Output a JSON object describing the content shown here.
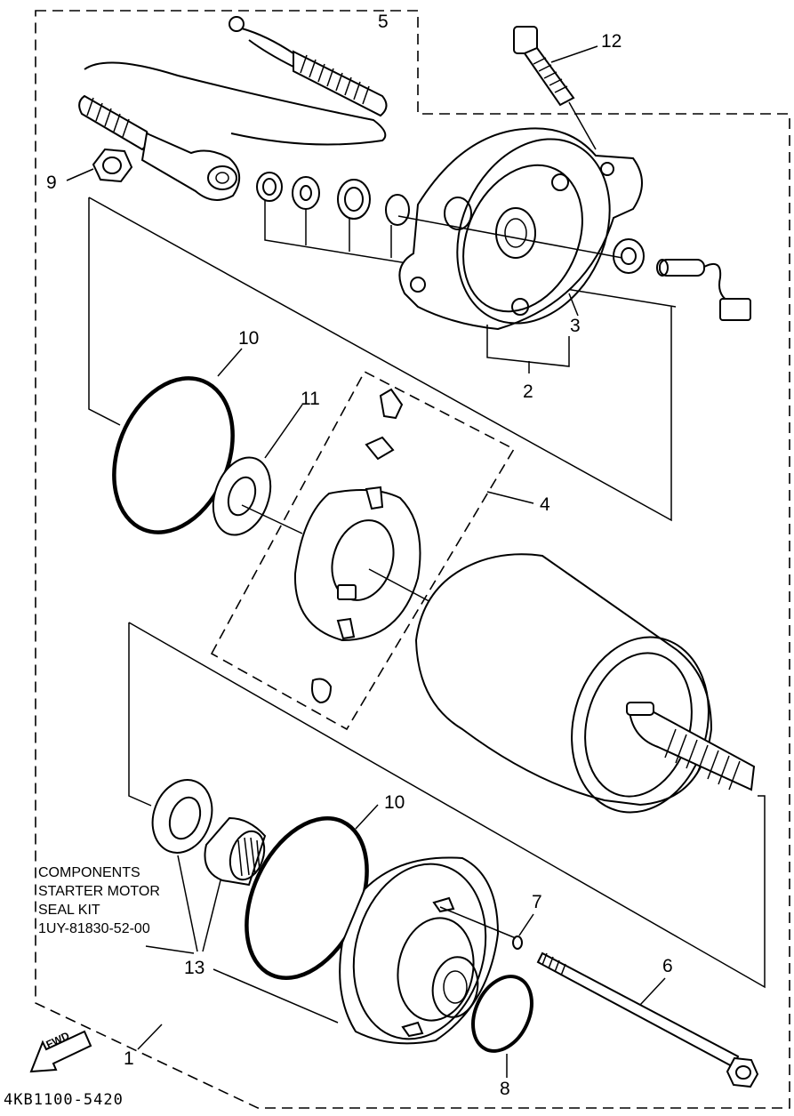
{
  "diagram": {
    "part_labels": [
      "5",
      "12",
      "9",
      "3",
      "2",
      "10",
      "11",
      "4",
      "10",
      "7",
      "6",
      "13",
      "1",
      "8"
    ],
    "kit_note": {
      "line1": "COMPONENTS",
      "line2": "STARTER MOTOR",
      "line3": "SEAL KIT",
      "line4": "1UY-81830-52-00"
    },
    "fwd_arrow_text": "FWD",
    "drawing_code": "4KB1100-5420"
  }
}
